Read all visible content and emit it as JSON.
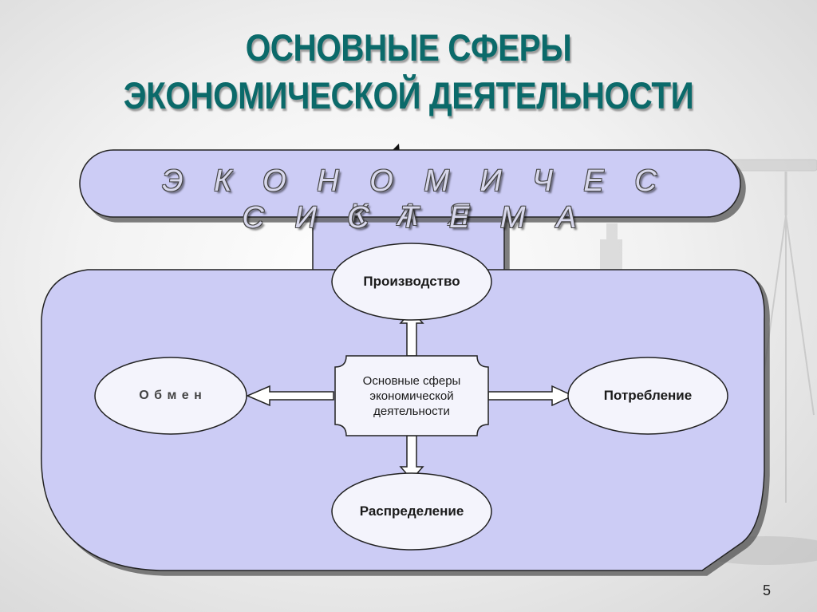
{
  "slide": {
    "title_line1": "ОСНОВНЫЕ СФЕРЫ",
    "title_line2": "ЭКОНОМИЧЕСКОЙ ДЕЯТЕЛЬНОСТИ",
    "page_number": "5"
  },
  "diagram": {
    "system_line1": "Э К О Н О М И Ч Е С К А Я",
    "system_line2": "С И С Т Е М А",
    "center_label": "Основные сферы экономической деятельности",
    "top_node": "Производство",
    "left_node": "О б м е н",
    "right_node": "Потребление",
    "bottom_node": "Распределение"
  },
  "colors": {
    "title": "#0b6a6a",
    "shape_fill": "#ccccf5",
    "node_fill": "#f4f4fc",
    "outline": "#222222"
  }
}
